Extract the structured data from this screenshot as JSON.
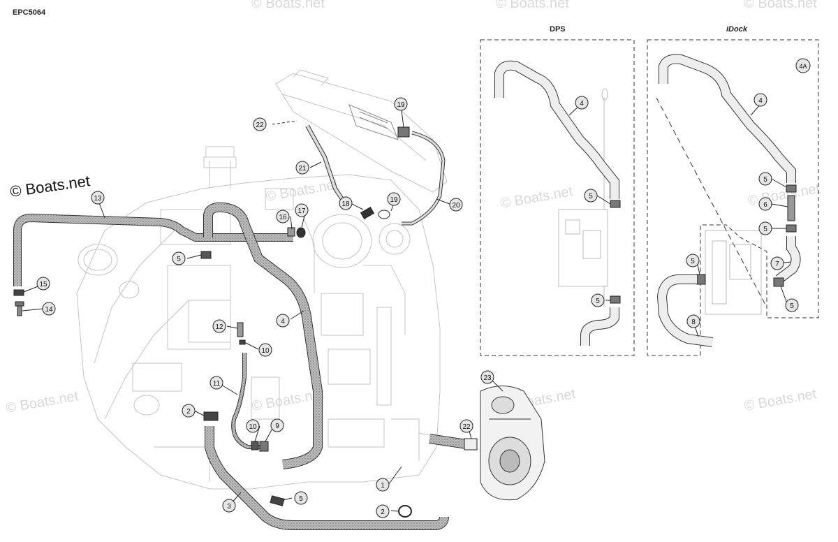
{
  "diagram_code": "EPC5064",
  "watermark": "© Boats.net",
  "panels": {
    "dps": {
      "title": "DPS"
    },
    "idock": {
      "title": "iDock"
    }
  },
  "callouts": {
    "c1": "1",
    "c2a": "2",
    "c2b": "2",
    "c3": "3",
    "c4a": "4",
    "c4b": "4",
    "c4c": "4",
    "c5a": "5",
    "c5b": "5",
    "c5c": "5",
    "c5d": "5",
    "c5e": "5",
    "c5f": "5",
    "c5g": "5",
    "c5h": "5",
    "c6": "6",
    "c7": "7",
    "c8": "8",
    "c9": "9",
    "c10a": "10",
    "c10b": "10",
    "c11": "11",
    "c12": "12",
    "c13": "13",
    "c14": "14",
    "c15": "15",
    "c16": "16",
    "c17": "17",
    "c18": "18",
    "c19a": "19",
    "c19b": "19",
    "c20": "20",
    "c21": "21",
    "c22a": "22",
    "c22b": "22",
    "c23": "23",
    "c4A": "4A"
  }
}
